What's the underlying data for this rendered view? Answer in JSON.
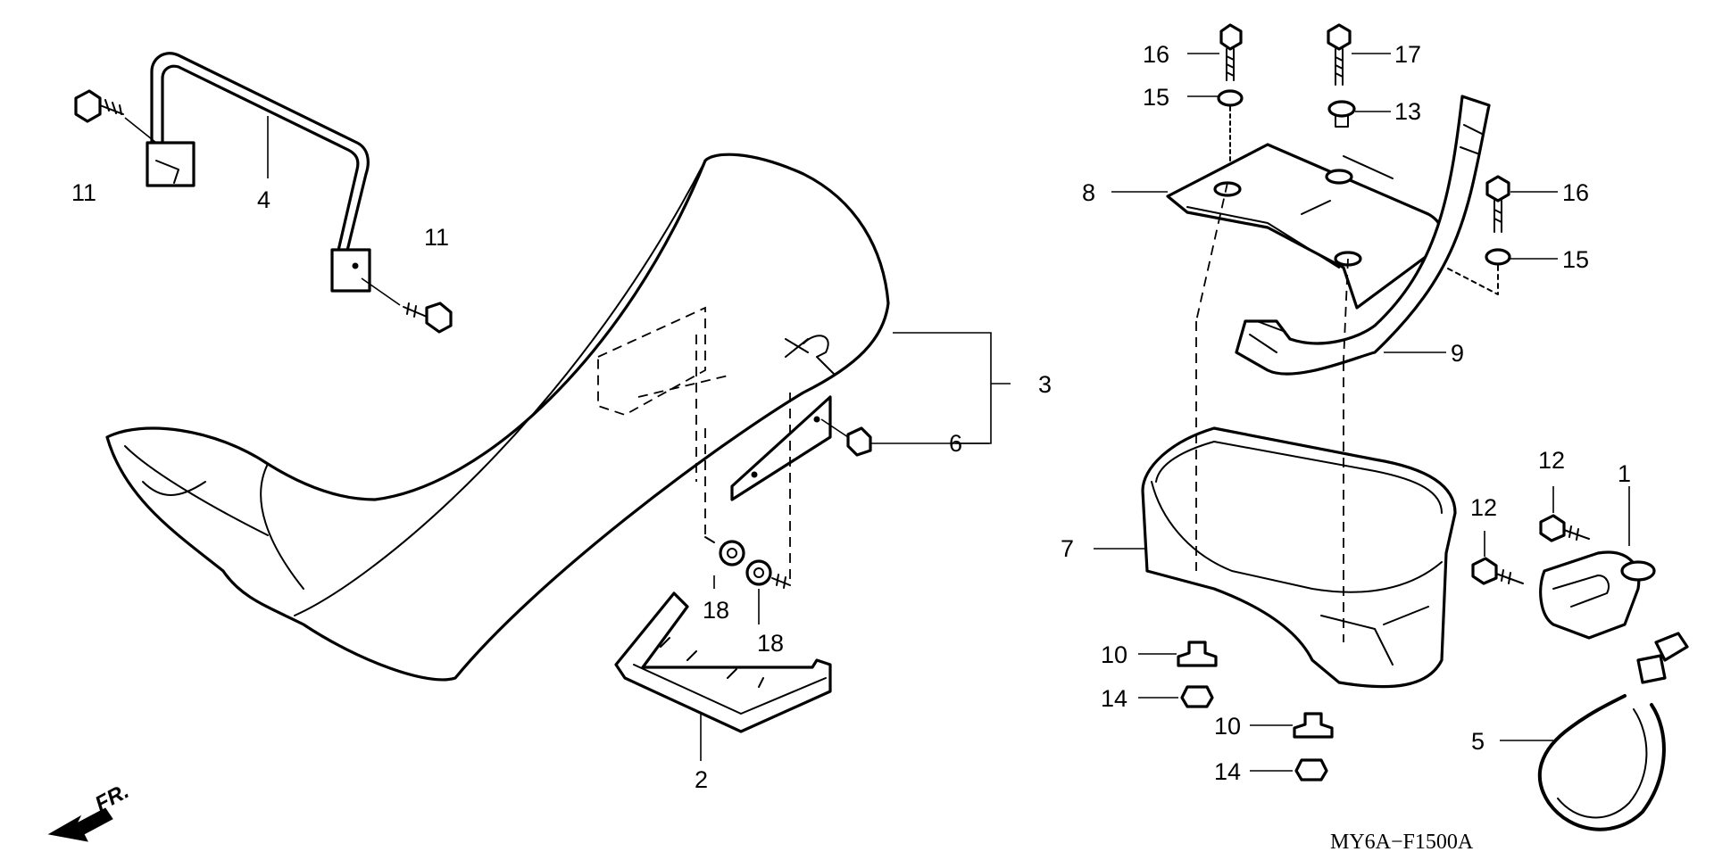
{
  "diagram": {
    "code": "MY6A−F1500A",
    "direction_label": "FR.",
    "callouts": [
      {
        "id": "c1",
        "text": "1"
      },
      {
        "id": "c2",
        "text": "2"
      },
      {
        "id": "c3",
        "text": "3"
      },
      {
        "id": "c4",
        "text": "4"
      },
      {
        "id": "c5",
        "text": "5"
      },
      {
        "id": "c6",
        "text": "6"
      },
      {
        "id": "c7",
        "text": "7"
      },
      {
        "id": "c8",
        "text": "8"
      },
      {
        "id": "c9",
        "text": "9"
      },
      {
        "id": "c10a",
        "text": "10"
      },
      {
        "id": "c10b",
        "text": "10"
      },
      {
        "id": "c11a",
        "text": "11"
      },
      {
        "id": "c11b",
        "text": "11"
      },
      {
        "id": "c12a",
        "text": "12"
      },
      {
        "id": "c12b",
        "text": "12"
      },
      {
        "id": "c13",
        "text": "13"
      },
      {
        "id": "c14a",
        "text": "14"
      },
      {
        "id": "c14b",
        "text": "14"
      },
      {
        "id": "c15a",
        "text": "15"
      },
      {
        "id": "c15b",
        "text": "15"
      },
      {
        "id": "c16a",
        "text": "16"
      },
      {
        "id": "c16b",
        "text": "16"
      },
      {
        "id": "c17",
        "text": "17"
      },
      {
        "id": "c18a",
        "text": "18"
      },
      {
        "id": "c18b",
        "text": "18"
      }
    ]
  }
}
